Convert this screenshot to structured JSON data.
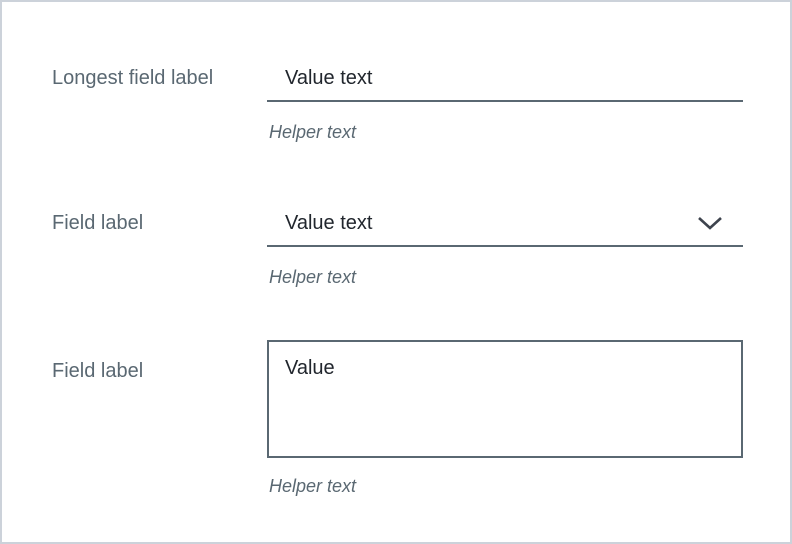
{
  "colors": {
    "frame_border": "#ccd2da",
    "label_text": "#5a6872",
    "value_text": "#21262d",
    "helper_text": "#5a6872",
    "input_border": "#5a6872",
    "chevron_icon": "#3d434d",
    "background": "#ffffff"
  },
  "form": {
    "fields": [
      {
        "type": "text-input",
        "label": "Longest field label",
        "value": "Value text",
        "helper": "Helper text"
      },
      {
        "type": "select",
        "label": "Field label",
        "value": "Value text",
        "helper": "Helper text",
        "icon": "chevron-down-icon"
      },
      {
        "type": "textarea",
        "label": "Field label",
        "value": "Value",
        "helper": "Helper text"
      }
    ]
  }
}
